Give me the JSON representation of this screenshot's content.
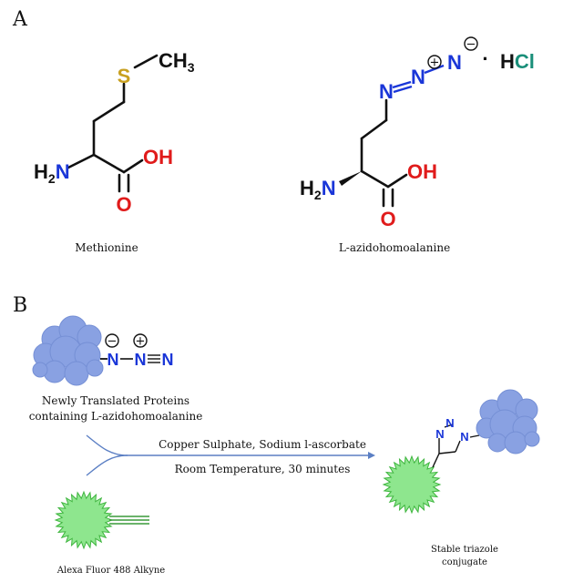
{
  "panels": {
    "a_label": "A",
    "b_label": "B"
  },
  "colors": {
    "nitrogen": "#1a36d8",
    "oxygen": "#e01b1b",
    "sulfur": "#c8a020",
    "chlorine": "#1a8f7a",
    "carbon": "#111111",
    "protein": "#7f9ae0",
    "fluor": "#8ee68e",
    "arrow": "#5b7fc4"
  },
  "methionine": {
    "caption": "Methionine",
    "atoms": {
      "s": "S",
      "ch3": "CH",
      "ch3_sub": "3",
      "h2n": "H",
      "h2n_sub": "2",
      "n": "N",
      "oh": "OH",
      "o": "O"
    }
  },
  "aha": {
    "caption": "L-azidohomoalanine",
    "atoms": {
      "n1": "N",
      "n2": "N",
      "n3": "N",
      "plus": "+",
      "minus": "−",
      "dot": "·",
      "h": "H",
      "cl": "Cl",
      "h2n": "H",
      "h2n_sub": "2",
      "n": "N",
      "oh": "OH",
      "o": "O"
    }
  },
  "scheme": {
    "protein_caption_line1": "Newly Translated Proteins",
    "protein_caption_line2": "containing L-azidohomoalanine",
    "azide_n1": "N",
    "azide_n2": "N",
    "azide_n3": "N",
    "azide_plus": "+",
    "azide_minus": "−",
    "condition_line1": "Copper Sulphate, Sodium l-ascorbate",
    "condition_line2": "Room Temperature, 30 minutes",
    "alkyne_caption": "Alexa Fluor 488 Alkyne",
    "product_caption_line1": "Stable triazole",
    "product_caption_line2": "conjugate",
    "triazole_n1": "N",
    "triazole_n2": "N",
    "triazole_n3": "N"
  }
}
